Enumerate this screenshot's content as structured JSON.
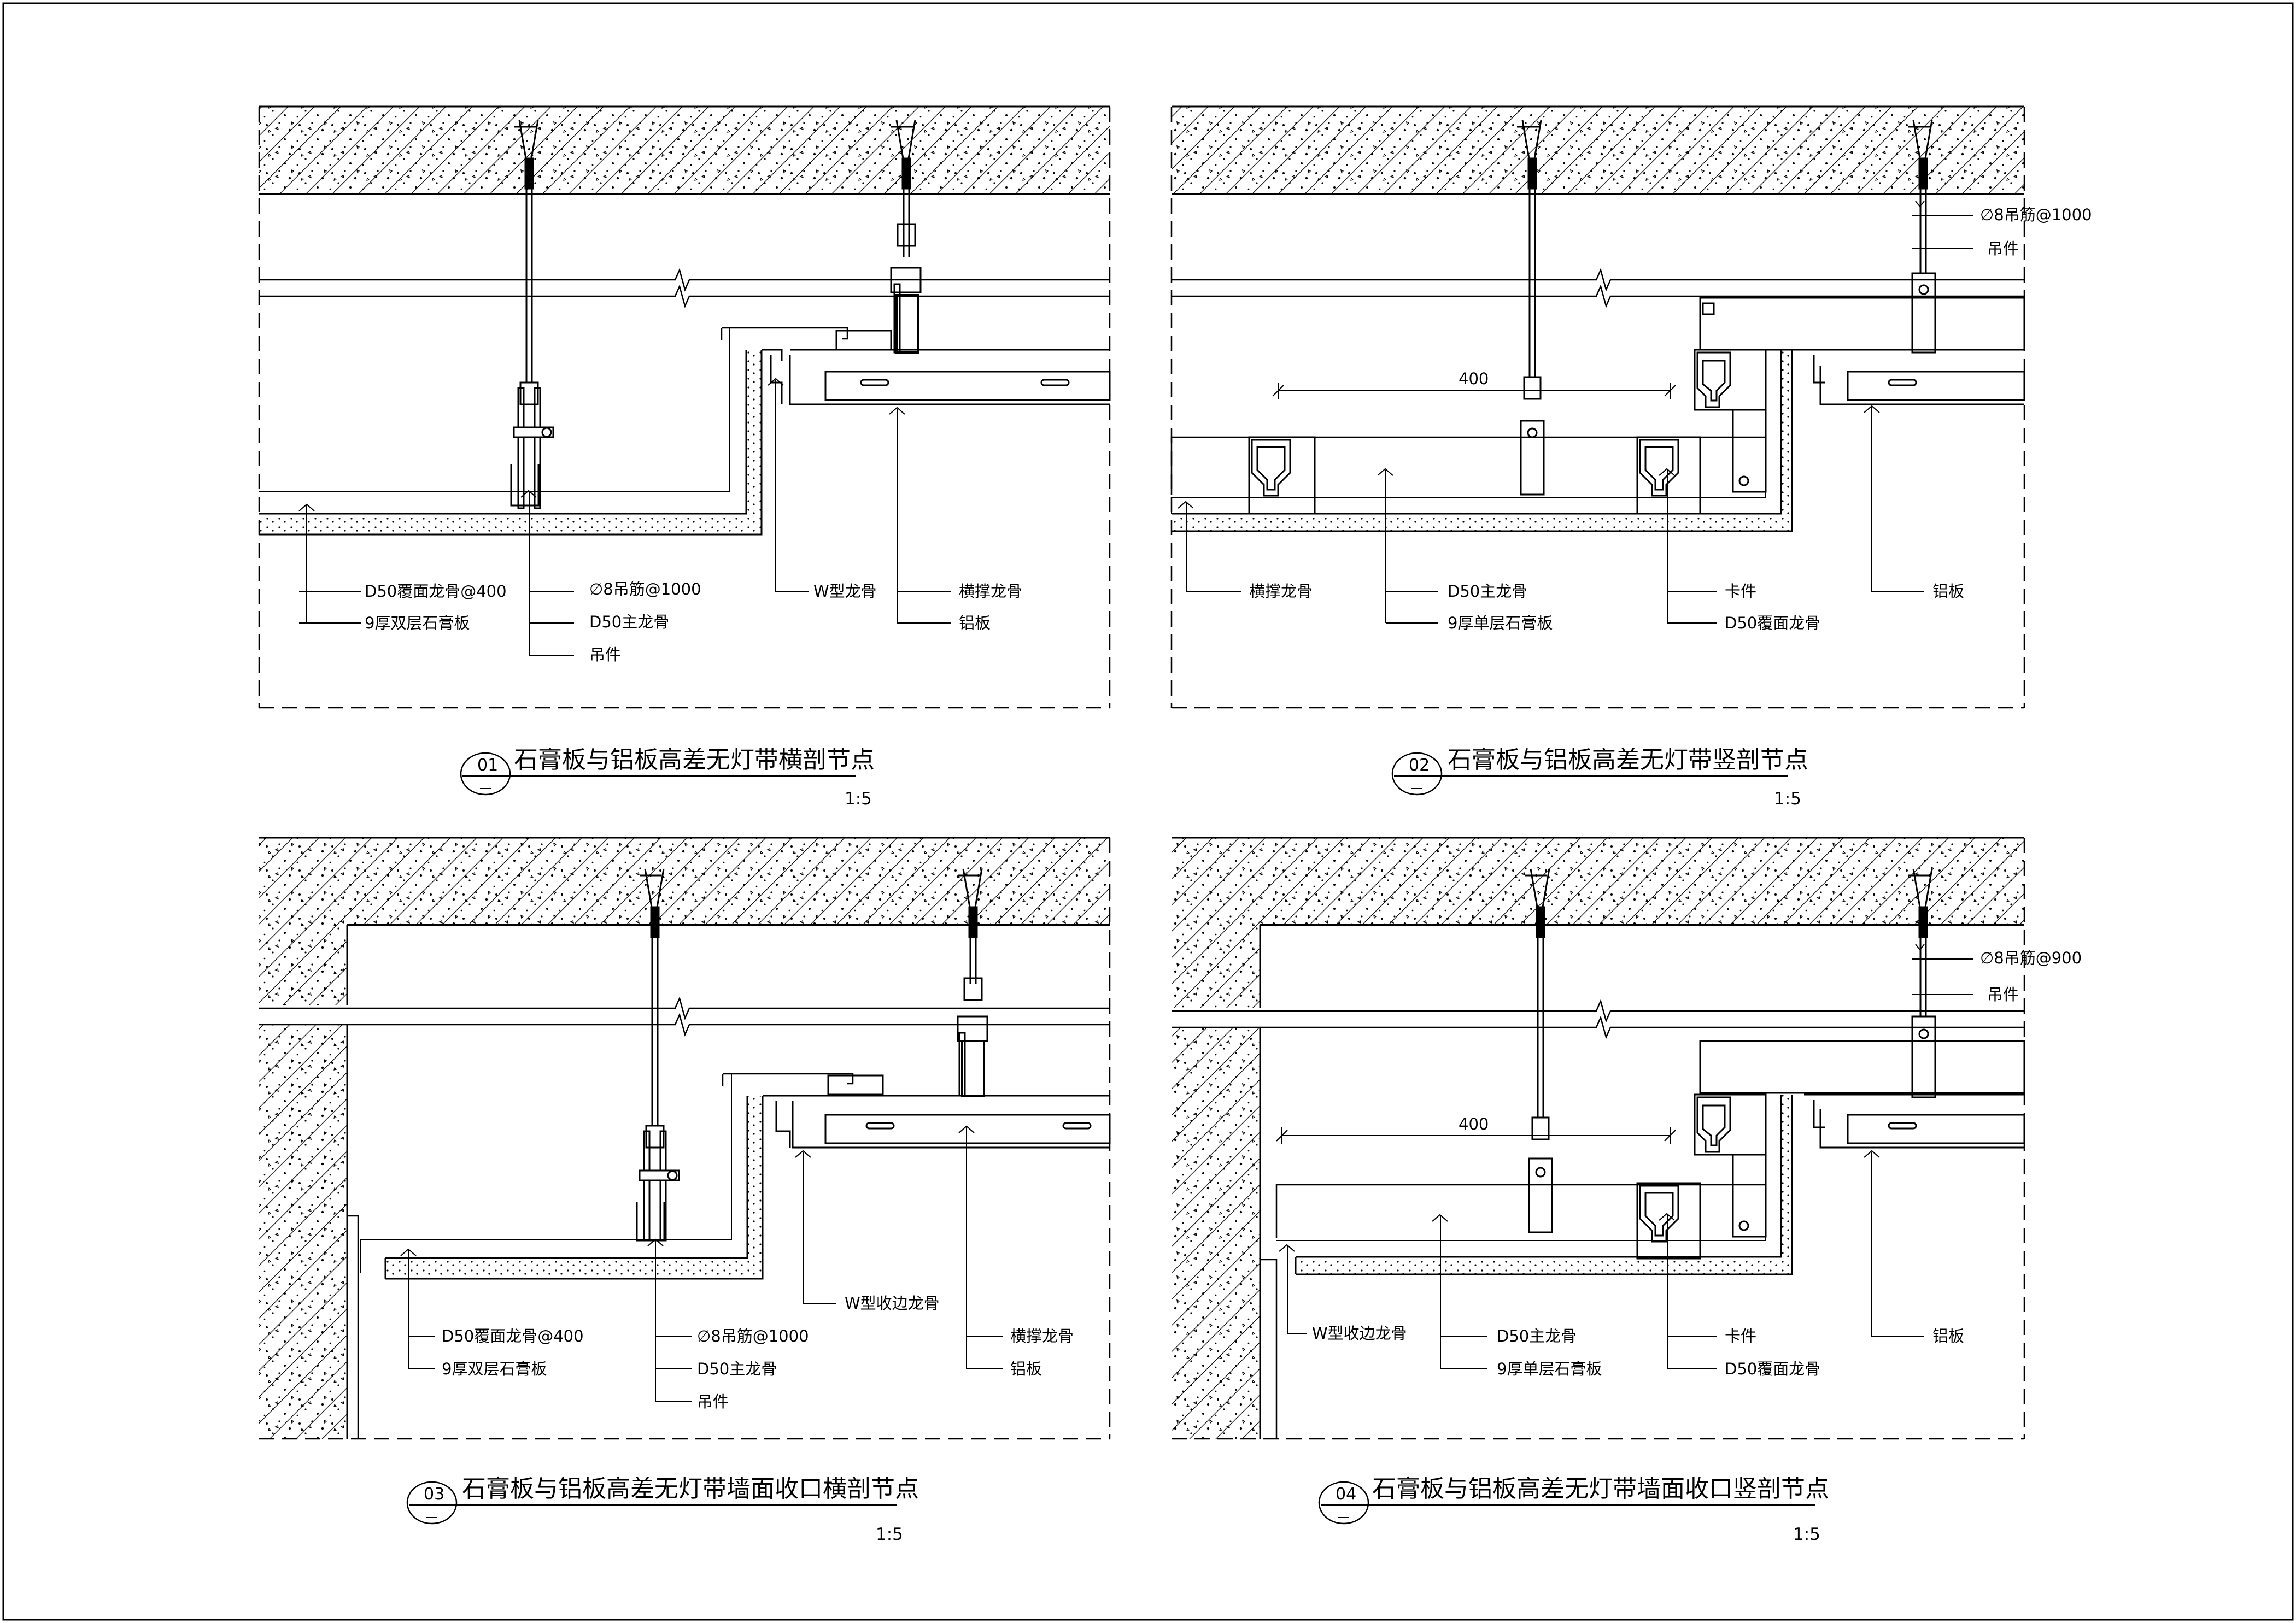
{
  "details": [
    {
      "number": "01",
      "title": "石膏板与铝板高差无灯带横剖节点",
      "scale": "1:5",
      "labels": {
        "a": "D50覆面龙骨@400",
        "b": "9厚双层石膏板",
        "c": "∅8吊筋@1000",
        "d": "D50主龙骨",
        "e": "吊件",
        "f": "W型龙骨",
        "g": "横撑龙骨",
        "h": "铝板"
      }
    },
    {
      "number": "02",
      "title": "石膏板与铝板高差无灯带竖剖节点",
      "scale": "1:5",
      "dimension": "400",
      "labels": {
        "a": "∅8吊筋@1000",
        "b": "吊件",
        "c": "横撑龙骨",
        "d": "D50主龙骨",
        "e": "9厚单层石膏板",
        "f": "卡件",
        "g": "D50覆面龙骨",
        "h": "铝板"
      }
    },
    {
      "number": "03",
      "title": "石膏板与铝板高差无灯带墙面收口横剖节点",
      "scale": "1:5",
      "labels": {
        "a": "D50覆面龙骨@400",
        "b": "9厚双层石膏板",
        "c": "∅8吊筋@1000",
        "d": "D50主龙骨",
        "e": "吊件",
        "f": "W型收边龙骨",
        "g": "横撑龙骨",
        "h": "铝板"
      }
    },
    {
      "number": "04",
      "title": "石膏板与铝板高差无灯带墙面收口竖剖节点",
      "scale": "1:5",
      "dimension": "400",
      "labels": {
        "a": "∅8吊筋@900",
        "b": "吊件",
        "c": "W型收边龙骨",
        "d": "D50主龙骨",
        "e": "9厚单层石膏板",
        "f": "卡件",
        "g": "D50覆面龙骨",
        "h": "铝板"
      }
    }
  ]
}
